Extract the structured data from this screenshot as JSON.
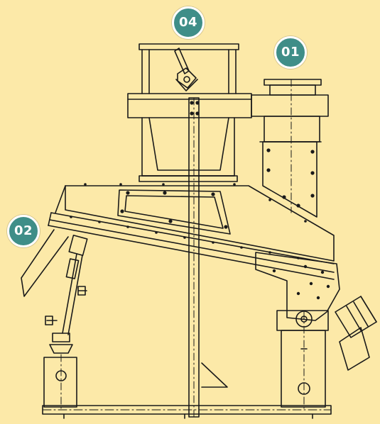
{
  "callouts": {
    "c01": "01",
    "c02": "02",
    "c04": "04"
  },
  "colors": {
    "background": "#fce9a8",
    "line": "#1a1a1a",
    "badge": "#3f8e88",
    "badge_text": "#ffffff"
  }
}
